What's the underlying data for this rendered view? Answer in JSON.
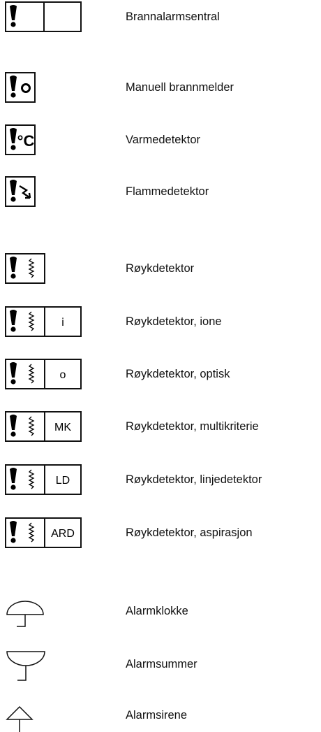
{
  "legend": {
    "items": [
      {
        "label": "Brannalarmsentral",
        "symbol": "alarm-central",
        "code": ""
      },
      {
        "label": "Manuell brannmelder",
        "symbol": "manual-call-point",
        "code": ""
      },
      {
        "label": "Varmedetektor",
        "symbol": "heat-detector",
        "code": ""
      },
      {
        "label": "Flammedetektor",
        "symbol": "flame-detector",
        "code": ""
      },
      {
        "label": "Røykdetektor",
        "symbol": "smoke-detector",
        "code": ""
      },
      {
        "label": "Røykdetektor, ione",
        "symbol": "smoke-detector-coded",
        "code": "i"
      },
      {
        "label": "Røykdetektor, optisk",
        "symbol": "smoke-detector-coded",
        "code": "o"
      },
      {
        "label": "Røykdetektor, multikriterie",
        "symbol": "smoke-detector-coded",
        "code": "MK"
      },
      {
        "label": "Røykdetektor, linjedetektor",
        "symbol": "smoke-detector-coded",
        "code": "LD"
      },
      {
        "label": "Røykdetektor, aspirasjon",
        "symbol": "smoke-detector-coded",
        "code": "ARD"
      },
      {
        "label": "Alarmklokke",
        "symbol": "alarm-bell",
        "code": ""
      },
      {
        "label": "Alarmsummer",
        "symbol": "alarm-buzzer",
        "code": ""
      },
      {
        "label": "Alarmsirene",
        "symbol": "alarm-siren",
        "code": ""
      }
    ],
    "symbol_glyphs": {
      "heat": "°C",
      "manual": "o"
    }
  }
}
